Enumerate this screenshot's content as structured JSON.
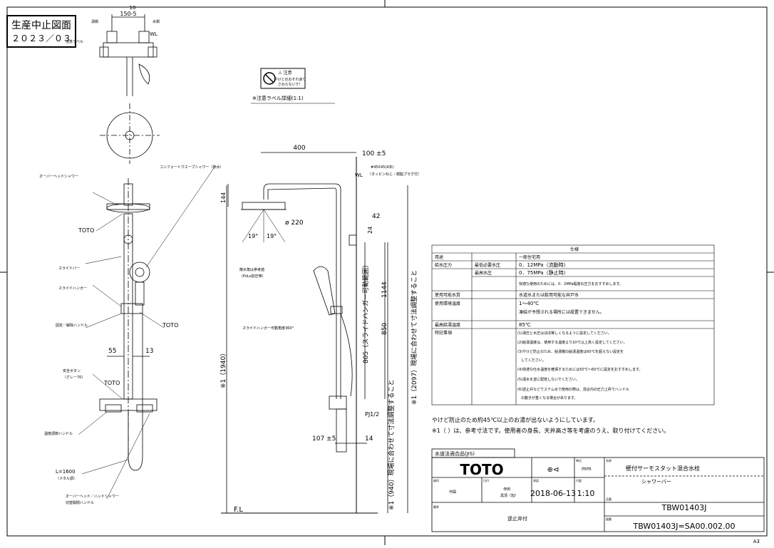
{
  "stamp": {
    "title": "生産中止図面",
    "date": "２０２３／０３"
  },
  "top_view": {
    "dim_total": "150-5",
    "dim_small": "10",
    "label_water": "WL",
    "label_hot": "湯側",
    "label_cold": "水側",
    "label_caution_tag": "注意ラベル"
  },
  "caution": {
    "title": "⚠ 注意",
    "line1": "やけどのおそれあり",
    "line2": "さわらないで！",
    "detail_caption": "※注意ラベル詳細(1:1)"
  },
  "front_view": {
    "label_overhead": "オーバーヘッドシャワー",
    "label_comfort": "コンフォートウエーブシャワー（節水）",
    "label_toto1": "TOTO",
    "label_slidebar": "スライドバー",
    "label_slidehanger": "スライドハンガー",
    "label_fixhandle": "固定／解除ハンドル",
    "label_toto2": "TOTO",
    "dim_55": "55",
    "dim_13": "13",
    "label_safety": "安全ボタン",
    "label_safety_sub": "（グレー70）",
    "label_toto3": "TOTO",
    "label_temp_handle": "温度調節ハンドル",
    "label_hose": "L=1600",
    "label_hose_sub": "（メタル調）",
    "label_switch": "オーバーヘッド／ハンドシャワー",
    "label_switch2": "切替開閉ハンドル"
  },
  "side_view": {
    "dim_400": "400",
    "dim_100": "100 ±5",
    "label_wl": "WL",
    "label_screw": "#45X45(4本)",
    "label_screw_sub": "（タッピンねじ・樹脂プラグ付）",
    "dim_144": "144",
    "dim_dia": "ø 220",
    "dim_42": "42",
    "dim_24": "24",
    "dim_19a": "19°",
    "dim_19b": "19°",
    "label_spray": "散水角は参考値",
    "label_spray_sub": "（PoLo加圧時）",
    "label_hanger_range": "スライドハンガー可動角度360°",
    "dim_1940": "※1（1940）",
    "dim_805": "805（スライドハンガー可動範囲）",
    "dim_850": "850",
    "dim_1144": "1144",
    "dim_2097": "※1（2097）現場に合わせて寸法調整すること",
    "dim_107": "107 ±5",
    "dim_14": "14",
    "label_pj": "PJ1/2",
    "dim_940": "※1（940）現場に合わせて寸法調整すること",
    "label_fl": "F.L"
  },
  "spec_table": {
    "header": "仕様",
    "rows": [
      {
        "c1": "用途",
        "c2": "",
        "c3": "一般住宅用"
      },
      {
        "c1": "給水圧力",
        "c2": "最低必要水圧",
        "c3": "0．12MPa（流動時）"
      },
      {
        "c1": "",
        "c2": "最高水圧",
        "c3": "0．75MPa（静止時）"
      },
      {
        "c1": "",
        "c2": "",
        "c3": "快適な使用のためには、0．2MPa程度の圧力をおすすめします。"
      },
      {
        "c1": "使用可能水質",
        "c2": "",
        "c3": "水道水または飲用可能な井戸水"
      },
      {
        "c1": "使用環境温度",
        "c2": "",
        "c3": "1～40℃"
      },
      {
        "c1": "",
        "c2": "",
        "c3": "凍結が予想される場所には設置できません。"
      },
      {
        "c1": "最高給湯温度",
        "c2": "",
        "c3": "85℃"
      },
      {
        "c1": "特記事項",
        "c2": "",
        "c3": "(1)湯圧と水圧はほぼ等しくなるように設定してください。"
      }
    ],
    "notes": [
      "(2)給湯温度は、使用する温度より10℃以上高く設定してください。",
      "(3)やけど防止のため、給湯機の給湯温度は60℃を超えない設定を",
      "　してください。",
      "(4)快適な吐水温度を確保するためには50℃～60℃に設定をおすすめします。",
      "(5)湯水を逆に配管しないでください。",
      "(6)逆止弁などでステム水で使用の際は、混合内の圧力上昇でハンドル",
      "　の動きが重くなる場合があります。"
    ]
  },
  "bottom_notes": {
    "line1": "やけど防止のため約45℃以上のお湯が出ないようにしています。",
    "line2": "※1（ ）は、参考寸法です。使用者の身長、天井高さ等を考慮のうえ、取り付けてください。"
  },
  "title_block": {
    "std_label": "水道法適合品(JIS)",
    "brand": "TOTO",
    "unit_label": "単位",
    "unit": "mm",
    "name_label": "名称",
    "name": "壁付サーモスタット混合水栓",
    "subname": "シャワーバー",
    "approver_label": "検印",
    "approver_sub": "作図",
    "date_label": "日付",
    "scale_label": "尺度",
    "date": "2018-06-13",
    "scale": "1:10",
    "drawn_label": "承認",
    "drawn_value": "寺田",
    "drawn_value2": "黒須（旭）",
    "part_label": "品番",
    "part": "TBW01403J",
    "remarks_label": "備考",
    "remarks": "逆止弁付",
    "code_label": "図番",
    "code": "TBW01403J=SA00.002.00",
    "sheet": "A3"
  }
}
